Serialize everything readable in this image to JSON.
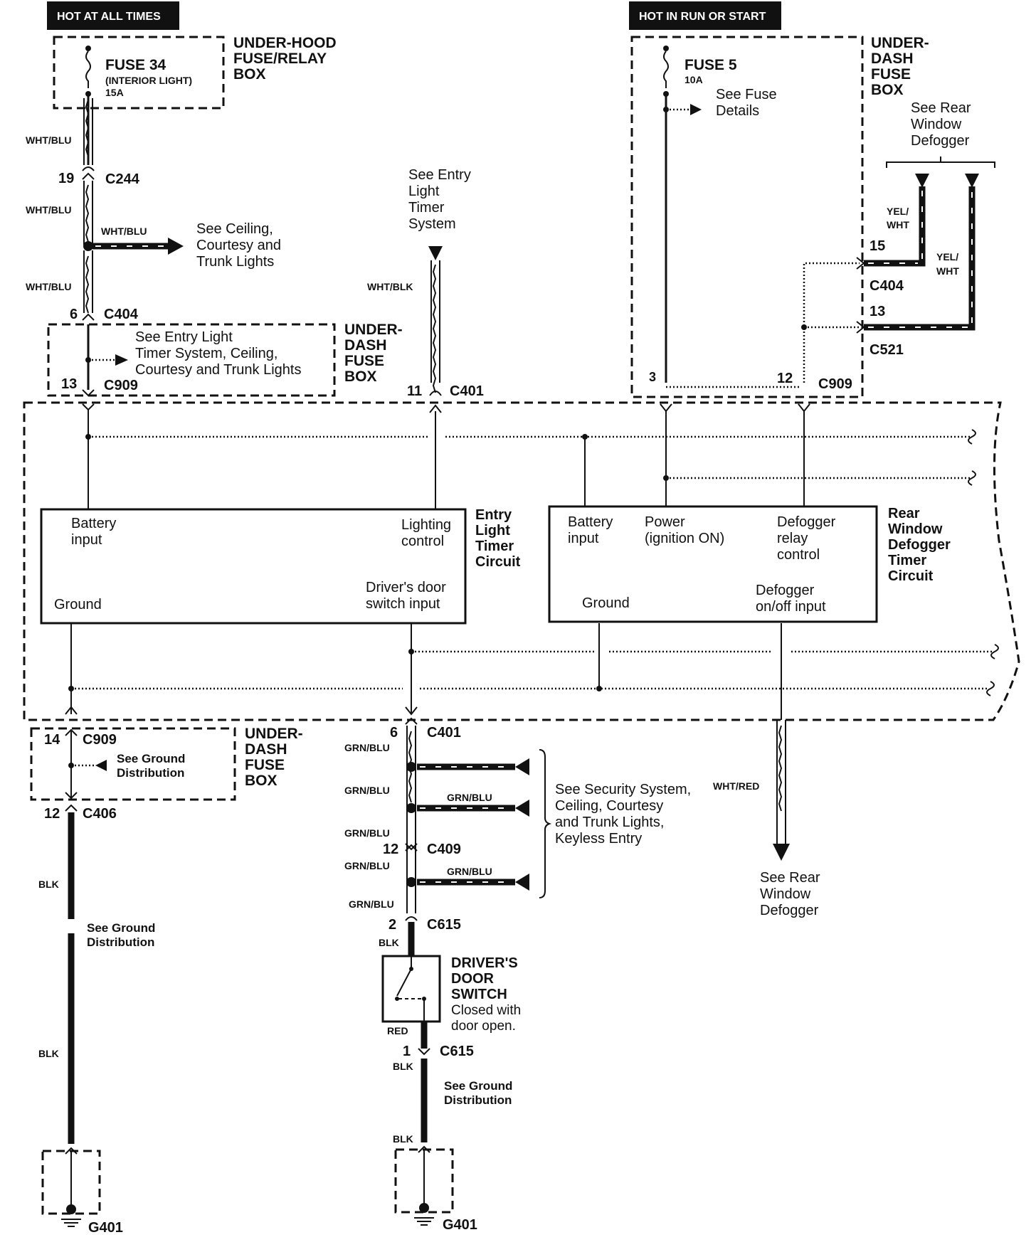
{
  "headers": {
    "hot_at_all_times": "HOT AT ALL TIMES",
    "hot_in_run": "HOT IN RUN OR START"
  },
  "underhood_box": {
    "line1": "UNDER-HOOD",
    "line2": "FUSE/RELAY",
    "line3": "BOX"
  },
  "fuse34": {
    "name": "FUSE 34",
    "desc": "(INTERIOR LIGHT)",
    "rating": "15A"
  },
  "fuse5": {
    "name": "FUSE 5",
    "rating": "10A",
    "note1": "See Fuse",
    "note2": "Details"
  },
  "underdash_box": {
    "line1": "UNDER-",
    "line2": "DASH",
    "line3": "FUSE",
    "line4": "BOX"
  },
  "wires": {
    "wht_blu": "WHT/BLU",
    "wht_blk": "WHT/BLK",
    "yel": "YEL/",
    "wht": "WHT",
    "grn_blu": "GRN/BLU",
    "wht_red": "WHT/RED",
    "blk": "BLK",
    "red": "RED"
  },
  "connectors": {
    "c244": "C244",
    "c404": "C404",
    "c909": "C909",
    "c401": "C401",
    "c521": "C521",
    "c406": "C406",
    "c409": "C409",
    "c615": "C615",
    "g401": "G401"
  },
  "pins": {
    "p19": "19",
    "p6": "6",
    "p13": "13",
    "p11": "11",
    "p3": "3",
    "p12": "12",
    "p15": "15",
    "p14": "14",
    "p2": "2",
    "p1": "1"
  },
  "notes": {
    "ceiling1": "See Ceiling,",
    "ceiling2": "Courtesy and",
    "ceiling3": "Trunk Lights",
    "entry1": "See Entry",
    "entry2": "Light",
    "entry3": "Timer",
    "entry4": "System",
    "entryTimer1": "See Entry Light",
    "entryTimer2": "Timer System, Ceiling,",
    "entryTimer3": "Courtesy and Trunk Lights",
    "rear1": "See Rear",
    "rear2": "Window",
    "rear3": "Defogger",
    "ground1": "See Ground",
    "ground2": "Distribution",
    "security1": "See Security System,",
    "security2": "Ceiling, Courtesy",
    "security3": "and Trunk Lights,",
    "security4": "Keyless Entry"
  },
  "entry_circuit": {
    "battery1": "Battery",
    "battery2": "input",
    "lighting1": "Lighting",
    "lighting2": "control",
    "ground": "Ground",
    "door1": "Driver's door",
    "door2": "switch input",
    "title1": "Entry",
    "title2": "Light",
    "title3": "Timer",
    "title4": "Circuit"
  },
  "rear_circuit": {
    "battery1": "Battery",
    "battery2": "input",
    "power1": "Power",
    "power2": "(ignition ON)",
    "relay1": "Defogger",
    "relay2": "relay",
    "relay3": "control",
    "ground": "Ground",
    "onoff1": "Defogger",
    "onoff2": "on/off input",
    "title1": "Rear",
    "title2": "Window",
    "title3": "Defogger",
    "title4": "Timer",
    "title5": "Circuit"
  },
  "door_switch": {
    "line1": "DRIVER'S",
    "line2": "DOOR",
    "line3": "SWITCH",
    "line4": "Closed with",
    "line5": "door open."
  }
}
